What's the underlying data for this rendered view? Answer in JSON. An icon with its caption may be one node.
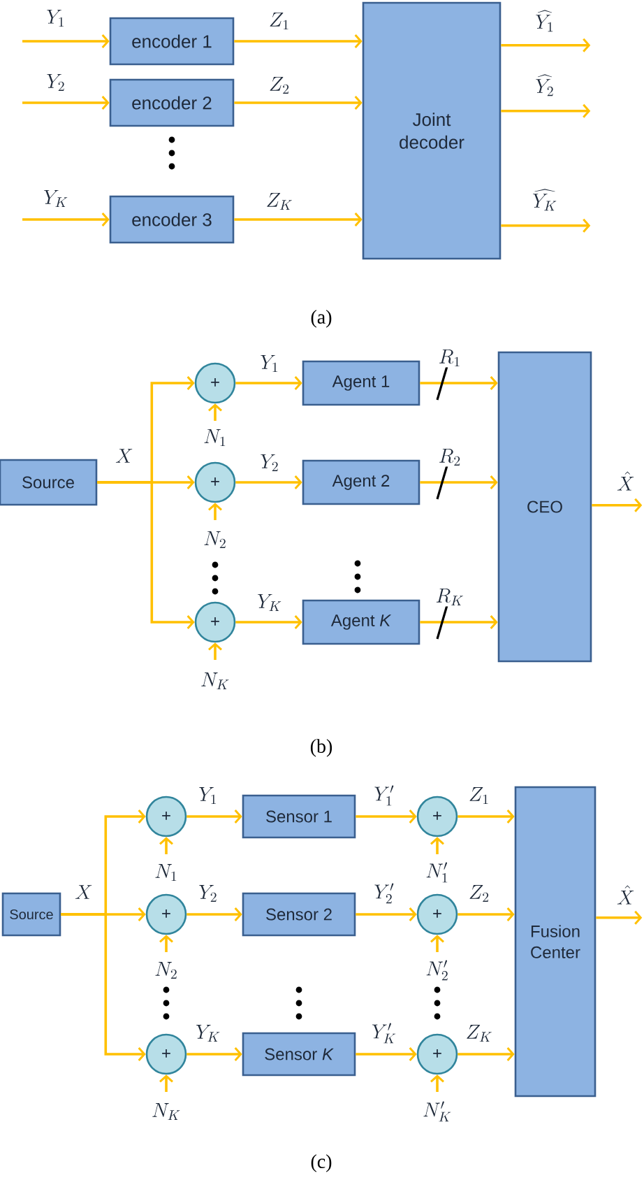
{
  "diagram": {
    "nodes": [
      {
        "text": [
          "encoder 1"
        ]
      },
      {
        "text": [
          "encoder 2"
        ]
      },
      {
        "text": [
          "encoder 3"
        ]
      },
      {
        "text": [
          "Joint decoder"
        ]
      },
      {
        "text": [
          "Source"
        ]
      },
      {
        "text": [
          "+"
        ]
      },
      {
        "text": [
          "+"
        ]
      },
      {
        "text": [
          "+"
        ]
      },
      {
        "text": [
          "Agent 1"
        ]
      },
      {
        "text": [
          "Agent 2"
        ]
      },
      {
        "text": [
          "Agent *K*"
        ]
      },
      {
        "text": [
          "CEO"
        ]
      },
      {
        "text": [
          "Source"
        ]
      },
      {
        "text": [
          "+"
        ]
      },
      {
        "text": [
          "+"
        ]
      },
      {
        "text": [
          "+"
        ]
      },
      {
        "text": [
          "Sensor 1"
        ]
      },
      {
        "text": [
          "Sensor 2"
        ]
      },
      {
        "text": [
          "Sensor *K*"
        ]
      },
      {
        "text": [
          "+"
        ]
      },
      {
        "text": [
          "+"
        ]
      },
      {
        "text": [
          "+"
        ]
      },
      {
        "text": [
          "Fusion Center"
        ]
      }
    ],
    "edges": [
      {
        "from": null,
        "to": 0,
        "arrow": "to",
        "label": "Y_1"
      },
      {
        "from": null,
        "to": 1,
        "arrow": "to",
        "label": "Y_2"
      },
      {
        "from": null,
        "to": 2,
        "arrow": "to",
        "label": "Y_K"
      },
      {
        "from": 0,
        "to": 3,
        "arrow": "to",
        "label": "Z_1"
      },
      {
        "from": 1,
        "to": 3,
        "arrow": "to",
        "label": "Z_2"
      },
      {
        "from": 2,
        "to": 3,
        "arrow": "to",
        "label": "Z_K"
      },
      {
        "from": 3,
        "to": null,
        "arrow": "to",
        "label": "\\widehat{Y_1}"
      },
      {
        "from": 3,
        "to": null,
        "arrow": "to",
        "label": "\\widehat{Y_2}"
      },
      {
        "from": 3,
        "to": null,
        "arrow": "to",
        "label": "\\widehat{Y_K}"
      },
      {
        "from": 4,
        "to": 5,
        "arrow": "to"
      },
      {
        "from": 4,
        "to": 6,
        "arrow": "to",
        "label": "X"
      },
      {
        "from": 4,
        "to": 7,
        "arrow": "to"
      },
      {
        "from": null,
        "to": 5,
        "arrow": "to",
        "label": "N_1"
      },
      {
        "from": null,
        "to": 6,
        "arrow": "to",
        "label": "N_2"
      },
      {
        "from": null,
        "to": 7,
        "arrow": "to",
        "label": "N_K"
      },
      {
        "from": 5,
        "to": 8,
        "arrow": "to",
        "label": "Y_1"
      },
      {
        "from": 6,
        "to": 9,
        "arrow": "to",
        "label": "Y_2"
      },
      {
        "from": 7,
        "to": 10,
        "arrow": "to",
        "label": "Y_K"
      },
      {
        "from": 8,
        "to": 11,
        "arrow": "to",
        "label": "R_1"
      },
      {
        "from": 9,
        "to": 11,
        "arrow": "to",
        "label": "R_2"
      },
      {
        "from": 10,
        "to": 11,
        "arrow": "to",
        "label": "R_K"
      },
      {
        "from": 11,
        "to": null,
        "arrow": "to",
        "label": "\\hat{X}"
      },
      {
        "from": 12,
        "to": 13,
        "arrow": "to"
      },
      {
        "from": 12,
        "to": 14,
        "arrow": "to",
        "label": "X"
      },
      {
        "from": 12,
        "to": 15,
        "arrow": "to"
      },
      {
        "from": null,
        "to": 13,
        "arrow": "to",
        "label": "N_1"
      },
      {
        "from": null,
        "to": 14,
        "arrow": "to",
        "label": "N_2"
      },
      {
        "from": null,
        "to": 15,
        "arrow": "to",
        "label": "N_K"
      },
      {
        "from": 13,
        "to": 16,
        "arrow": "to",
        "label": "Y_1"
      },
      {
        "from": 14,
        "to": 17,
        "arrow": "to",
        "label": "Y_2"
      },
      {
        "from": 15,
        "to": 18,
        "arrow": "to",
        "label": "Y_K"
      },
      {
        "from": 16,
        "to": 19,
        "arrow": "to",
        "label": "Y_1'"
      },
      {
        "from": 17,
        "to": 20,
        "arrow": "to",
        "label": "Y_2'"
      },
      {
        "from": 18,
        "to": 21,
        "arrow": "to",
        "label": "Y_K'"
      },
      {
        "from": null,
        "to": 19,
        "arrow": "to",
        "label": "N_1'"
      },
      {
        "from": null,
        "to": 20,
        "arrow": "to",
        "label": "N_2'"
      },
      {
        "from": null,
        "to": 21,
        "arrow": "to",
        "label": "N_K'"
      },
      {
        "from": 19,
        "to": 22,
        "arrow": "to",
        "label": "Z_1"
      },
      {
        "from": 20,
        "to": 22,
        "arrow": "to",
        "label": "Z_2"
      },
      {
        "from": 21,
        "to": 22,
        "arrow": "to",
        "label": "Z_K"
      },
      {
        "from": 22,
        "to": null,
        "arrow": "to",
        "label": "\\hat{X}"
      }
    ],
    "labels": [
      "(a)",
      "(b)",
      "(c)"
    ]
  }
}
